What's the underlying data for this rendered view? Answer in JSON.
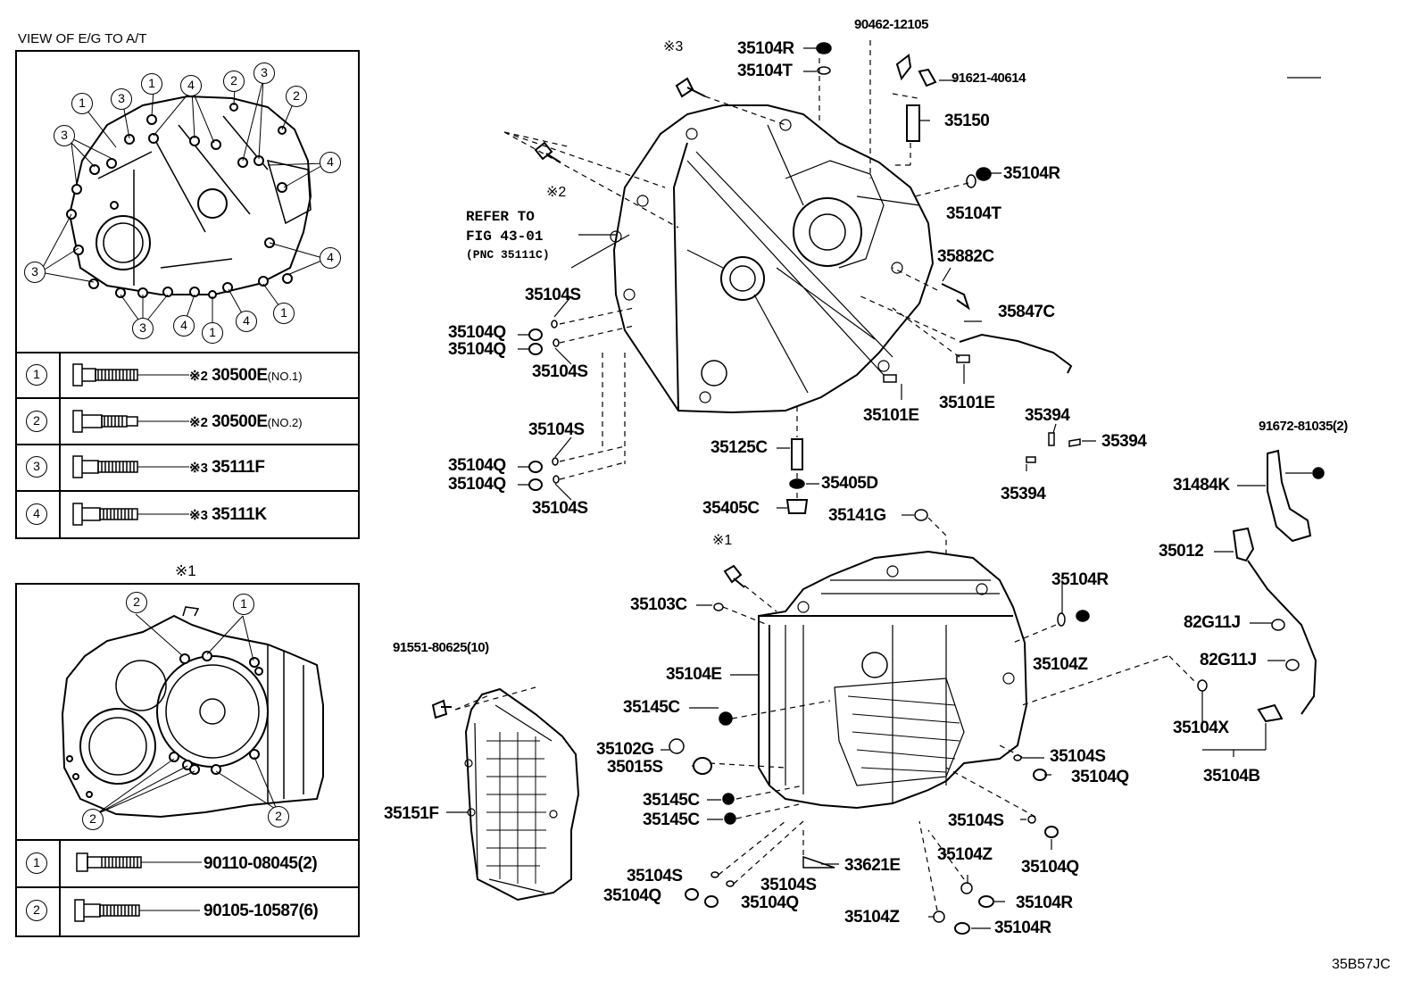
{
  "diagram_code": "35B57JC",
  "panel_top": {
    "title": "VIEW OF E/G TO A/T",
    "callout_numbers": [
      "1",
      "2",
      "3",
      "4"
    ],
    "legend": [
      {
        "num": "1",
        "mark": "※2",
        "part": "30500E",
        "qual": "(NO.1)"
      },
      {
        "num": "2",
        "mark": "※2",
        "part": "30500E",
        "qual": "(NO.2)"
      },
      {
        "num": "3",
        "mark": "※3",
        "part": "35111F",
        "qual": ""
      },
      {
        "num": "4",
        "mark": "※3",
        "part": "35111K",
        "qual": ""
      }
    ]
  },
  "panel_bottom": {
    "title": "※1",
    "callout_numbers": [
      "1",
      "2"
    ],
    "legend": [
      {
        "num": "1",
        "part": "90110-08045(2)"
      },
      {
        "num": "2",
        "part": "90105-10587(6)"
      }
    ]
  },
  "marks": {
    "m1": "※1",
    "m2": "※2",
    "m3": "※3"
  },
  "refer": {
    "line1": "REFER TO",
    "line2": "FIG 43-01",
    "line3": "(PNC 35111C)"
  },
  "labels": {
    "p90462": "90462-12105",
    "p35104R_a": "35104R",
    "p35104T_a": "35104T",
    "p91621": "91621-40614",
    "p35150": "35150",
    "p35104R_b": "35104R",
    "p35104T_b": "35104T",
    "p35882C": "35882C",
    "p35847C": "35847C",
    "p35101E_a": "35101E",
    "p35101E_b": "35101E",
    "p35104S_a": "35104S",
    "p35104Q_a": "35104Q",
    "p35104Q_b": "35104Q",
    "p35104S_b": "35104S",
    "p35104S_c": "35104S",
    "p35104Q_c": "35104Q",
    "p35104Q_d": "35104Q",
    "p35104S_d": "35104S",
    "p35125C": "35125C",
    "p35405D": "35405D",
    "p35405C": "35405C",
    "p35141G": "35141G",
    "p35394_a": "35394",
    "p35394_b": "35394",
    "p35394_c": "35394",
    "p91672": "91672-81035(2)",
    "p31484K": "31484K",
    "p35012": "35012",
    "p82G11J_a": "82G11J",
    "p82G11J_b": "82G11J",
    "p35104X": "35104X",
    "p35104B": "35104B",
    "p35103C": "35103C",
    "p35104R_c": "35104R",
    "p35104Z_a": "35104Z",
    "p91551": "91551-80625(10)",
    "p35104E": "35104E",
    "p35145C_a": "35145C",
    "p35102G": "35102G",
    "p35015S": "35015S",
    "p35151F": "35151F",
    "p35145C_b": "35145C",
    "p35145C_c": "35145C",
    "p35104S_e": "35104S",
    "p35104Q_e": "35104Q",
    "p35104S_f": "35104S",
    "p35104Q_f": "35104Q",
    "p33621E": "33621E",
    "p35104S_g": "35104S",
    "p35104S_h": "35104S",
    "p35104Q_g": "35104Q",
    "p35104Q_h": "35104Q",
    "p35104Z_b": "35104Z",
    "p35104R_d": "35104R",
    "p35104Z_c": "35104Z",
    "p35104R_e": "35104R"
  }
}
